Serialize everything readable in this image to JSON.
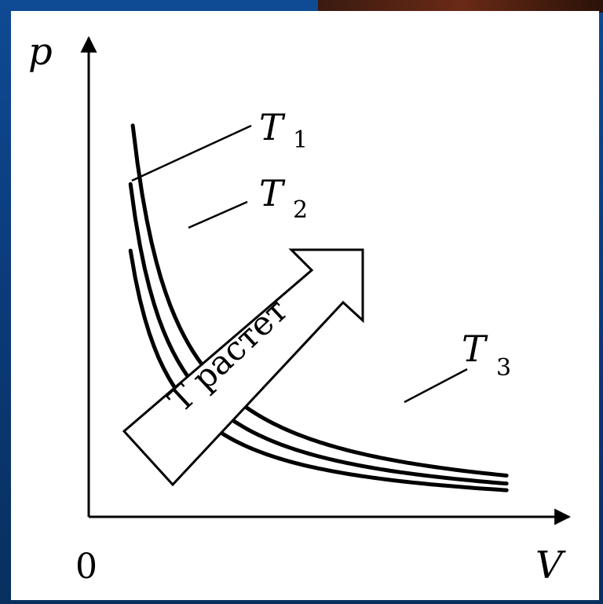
{
  "chart_data": {
    "type": "line",
    "xlabel": "V",
    "ylabel": "p",
    "origin_label": "0",
    "series": [
      {
        "name": "T",
        "subscript": "1",
        "k": 100
      },
      {
        "name": "T",
        "subscript": "2",
        "k": 125
      },
      {
        "name": "T",
        "subscript": "3",
        "k": 155
      }
    ],
    "curve_domain": [
      1,
      10
    ],
    "xlim": [
      0,
      11.5
    ],
    "ylim": [
      0,
      180
    ],
    "arrow_label": "T растет",
    "colors": {
      "background": "#0b3a78",
      "panel": "#ffffff",
      "ink": "#000000"
    }
  }
}
